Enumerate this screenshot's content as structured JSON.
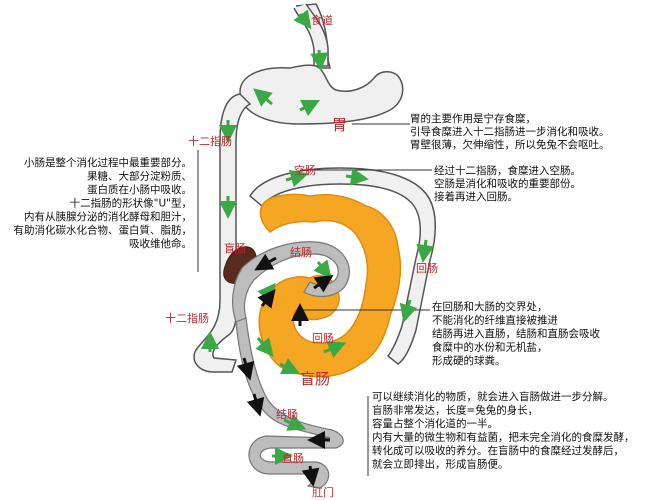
{
  "colors": {
    "label": "#c0282d",
    "organ_fill": "#f0f0f0",
    "organ_stroke": "#555555",
    "large_intestine": "#f5a623",
    "small_intestine": "#bdbdbd",
    "cecum_dark": "#5a2a1c",
    "arrow_green": "#3aa845",
    "arrow_black": "#111111"
  },
  "labels": {
    "esophagus": "食道",
    "stomach": "胃",
    "duodenum_top": "十二指肠",
    "jejunum": "空肠",
    "cecum_dark": "盲肠",
    "colon_inner": "结肠",
    "ileum_side": "回肠",
    "duodenum_low": "十二指肠",
    "ileum_inner": "回肠",
    "cecum_big": "盲肠",
    "colon_low": "结肠",
    "rectum": "直肠",
    "anus": "肛门"
  },
  "notes": {
    "stomach": [
      "胃的主要作用是宁存食糜，",
      "引导食糜进入十二指肠进一步消化和吸收。",
      "胃壁很薄，欠伸缩性，所以免兔不会呕吐。"
    ],
    "small_intestine": [
      "小肠是整个消化过程中最重要部分。",
      "果糖、大部分淀粉质、",
      "蛋白质在小肠中吸收。",
      "十二指肠的形状像\"U\"型，",
      "内有从胰腺分泌的消化酵母和胆汁，",
      "有助消化碳水化合物、蛋白質、脂肪，",
      "吸收维他命。"
    ],
    "jejunum": [
      "经过十二指肠，食糜进入空肠。",
      "空肠是消化和吸收的重要部份。",
      "接着再进入回肠。"
    ],
    "junction": [
      "在回肠和大肠的交界处，",
      "不能消化的纤维直接被推进",
      "结肠再进入直肠，结肠和直肠会吸收",
      "食糜中的水份和无机盐，",
      "形成硬的球粪。"
    ],
    "cecum": [
      "可以继续消化的物质，就会进入盲肠做进一步分解。",
      "盲肠非常发达，长度=兔兔的身长，",
      "容量占整个消化道的一半。",
      "内有大量的微生物和有益菌，把未完全消化的食糜发酵，",
      "转化成可以吸收的养分。在盲肠中的食糜经过发酵后，",
      "就会立即排出，形成盲肠便。"
    ]
  }
}
